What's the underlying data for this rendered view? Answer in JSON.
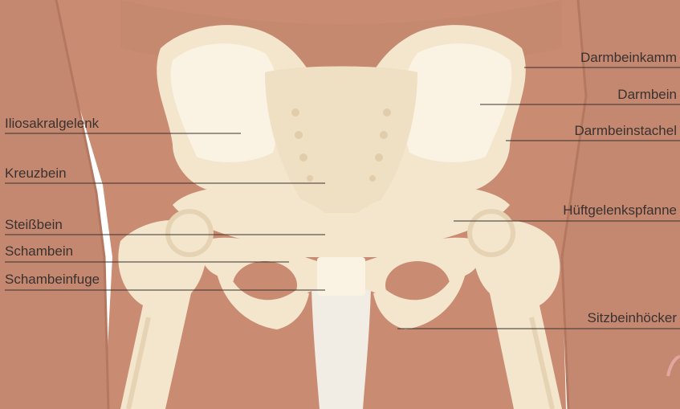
{
  "diagram": {
    "labels": {
      "iliosakralgelenk": "Iliosakralgelenk",
      "kreuzbein": "Kreuzbein",
      "steissbein": "Steißbein",
      "schambein": "Schambein",
      "schambeinfuge": "Schambeinfuge",
      "darmbeinkamm": "Darmbeinkamm",
      "darmbein": "Darmbein",
      "darmbeinstachel": "Darmbeinstachel",
      "hueftgelenkspfanne": "Hüftgelenkspfanne",
      "sitzbeinhoecker": "Sitzbeinhöcker"
    },
    "colors": {
      "skin": "#c98c72",
      "skin_dark": "#b7775e",
      "bone": "#f3e6cd",
      "bone_light": "#faf2e2",
      "bone_shadow": "#e6d3b3",
      "line": "#3a3130"
    }
  }
}
